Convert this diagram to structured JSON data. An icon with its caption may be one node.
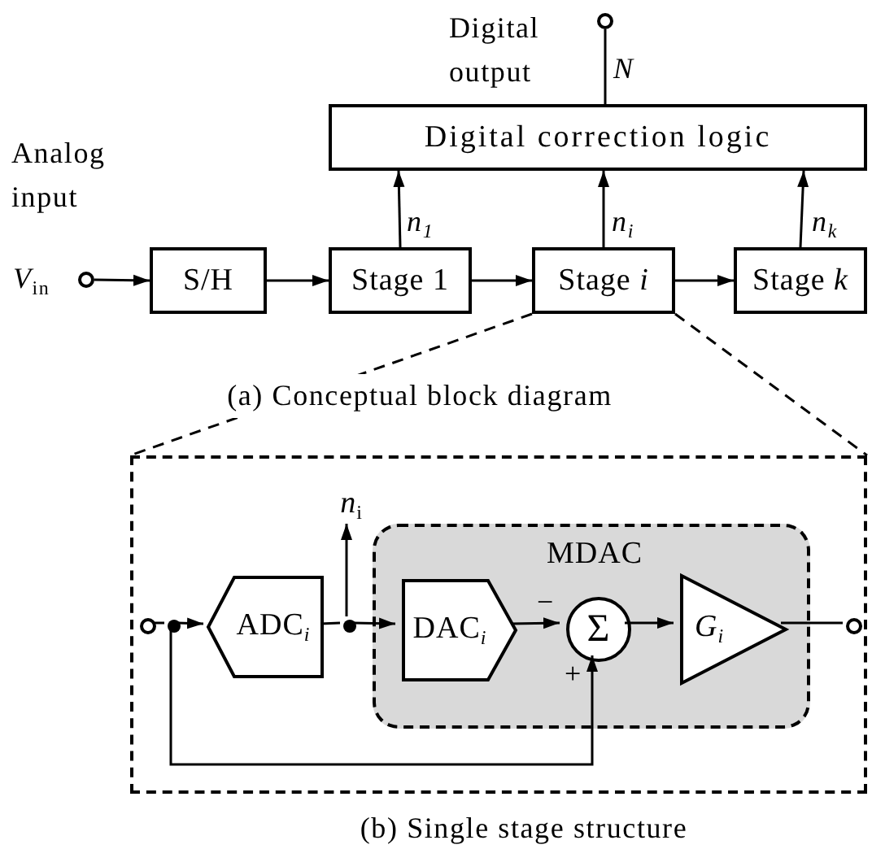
{
  "diagram": {
    "nodes": [
      {
        "text": [
          "Digital correction logic"
        ]
      },
      {
        "text": [],
        "shape": "circle"
      },
      {
        "text": [],
        "shape": "circle",
        "beside": [
          "Analog input",
          "*V*$_{in}$"
        ]
      },
      {
        "text": [
          "S/H"
        ]
      },
      {
        "text": [
          "Stage 1"
        ]
      },
      {
        "text": [
          "Stage *i*"
        ]
      },
      {
        "text": [
          "Stage *k*"
        ]
      },
      {
        "text": [],
        "shape": "box"
      },
      {
        "text": [],
        "shape": "circle",
        "in": 7
      },
      {
        "text": [],
        "shape": "circle",
        "in": 7
      },
      {
        "text": [
          "ADC$_{i}$"
        ],
        "in": 7
      },
      {
        "text": [],
        "shape": "circle",
        "in": 7
      },
      {
        "text": [
          "MDAC"
        ],
        "in": 7
      },
      {
        "text": [
          "DAC$_{i}$"
        ],
        "in": 12
      },
      {
        "text": [
          "Σ"
        ],
        "in": 12
      },
      {
        "text": [
          "*G*$_{i}$"
        ],
        "in": 12
      },
      {
        "text": [],
        "shape": "circle",
        "in": 7
      },
      {
        "text": [
          "*n*$_{i}$"
        ],
        "in": 7
      }
    ],
    "edges": [
      {
        "from": 2,
        "to": 3,
        "arrow": "to"
      },
      {
        "from": 3,
        "to": 4,
        "arrow": "to"
      },
      {
        "from": 4,
        "to": 5,
        "arrow": "to"
      },
      {
        "from": 5,
        "to": 6,
        "arrow": "to"
      },
      {
        "from": 4,
        "to": 0,
        "arrow": "to",
        "label": "*n*$_{1}$"
      },
      {
        "from": 5,
        "to": 0,
        "arrow": "to",
        "label": "*n*$_{i}$"
      },
      {
        "from": 6,
        "to": 0,
        "arrow": "to",
        "label": "*n*$_{k}$"
      },
      {
        "from": 0,
        "to": 1,
        "arrow": "none",
        "label": "*N*"
      },
      {
        "from": 5,
        "to": 7,
        "arrow": "none",
        "style": "dashed"
      },
      {
        "from": 5,
        "to": 7,
        "arrow": "none",
        "style": "dashed"
      },
      {
        "from": 8,
        "to": 9,
        "arrow": "none"
      },
      {
        "from": 9,
        "to": 10,
        "arrow": "to"
      },
      {
        "from": 10,
        "to": 11,
        "arrow": "none"
      },
      {
        "from": 11,
        "to": 13,
        "arrow": "to"
      },
      {
        "from": 11,
        "to": 17,
        "arrow": "to"
      },
      {
        "from": 13,
        "to": 14,
        "arrow": "to",
        "label": "−"
      },
      {
        "from": 9,
        "to": 14,
        "arrow": "to",
        "label": "+"
      },
      {
        "from": 14,
        "to": 15,
        "arrow": "to"
      },
      {
        "from": 15,
        "to": 16,
        "arrow": "none"
      }
    ],
    "labels": [
      "Digital output",
      "(a) Conceptual block diagram",
      "(b) Single stage structure"
    ]
  }
}
